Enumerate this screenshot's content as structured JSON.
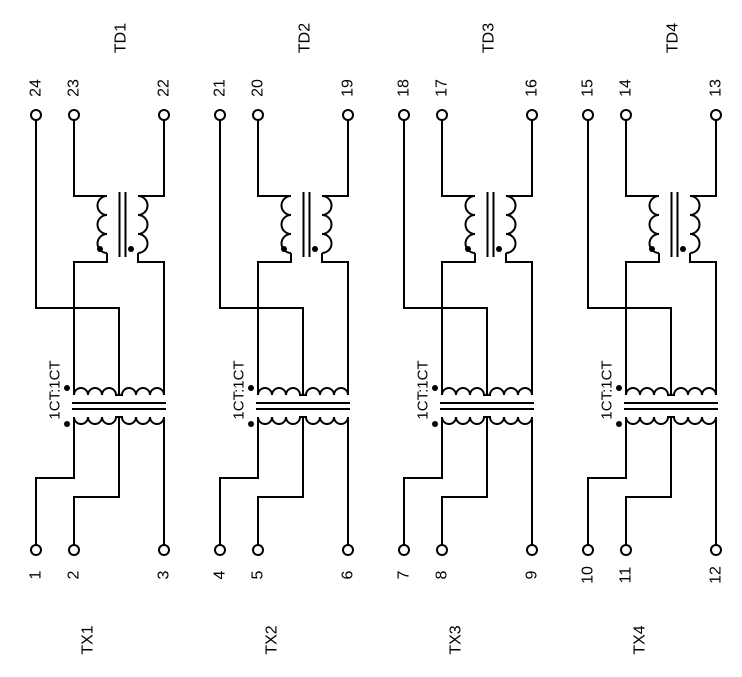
{
  "schematic": {
    "colors": {
      "line": "#000000",
      "background": "#ffffff"
    },
    "channels": [
      {
        "td_label": "TD1",
        "tx_label": "TX1",
        "ratio_label": "1CT:1CT",
        "top_pins": [
          "24",
          "23",
          "22"
        ],
        "bottom_pins": [
          "1",
          "2",
          "3"
        ]
      },
      {
        "td_label": "TD2",
        "tx_label": "TX2",
        "ratio_label": "1CT:1CT",
        "top_pins": [
          "21",
          "20",
          "19"
        ],
        "bottom_pins": [
          "4",
          "5",
          "6"
        ]
      },
      {
        "td_label": "TD3",
        "tx_label": "TX3",
        "ratio_label": "1CT:1CT",
        "top_pins": [
          "18",
          "17",
          "16"
        ],
        "bottom_pins": [
          "7",
          "8",
          "9"
        ]
      },
      {
        "td_label": "TD4",
        "tx_label": "TX4",
        "ratio_label": "1CT:1CT",
        "top_pins": [
          "15",
          "14",
          "13"
        ],
        "bottom_pins": [
          "10",
          "11",
          "12"
        ]
      }
    ]
  }
}
